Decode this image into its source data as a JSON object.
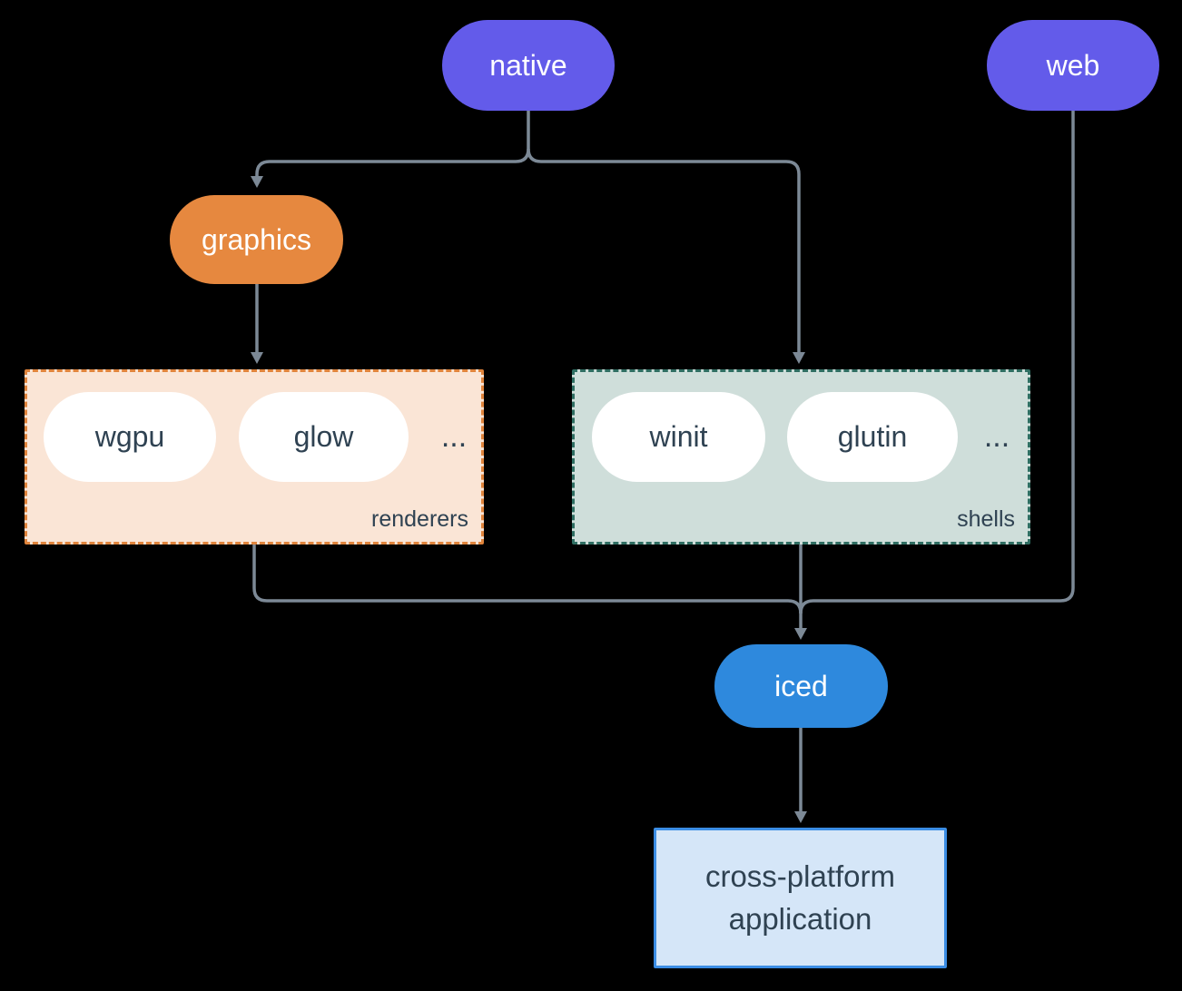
{
  "nodes": {
    "native": {
      "label": "native",
      "color": "#635bea"
    },
    "web": {
      "label": "web",
      "color": "#635bea"
    },
    "graphics": {
      "label": "graphics",
      "color": "#e6883f"
    },
    "iced": {
      "label": "iced",
      "color": "#2e89dd"
    },
    "application": {
      "label": "cross-platform application",
      "bg": "#d5e6f8",
      "border": "#3b8de4"
    }
  },
  "groups": {
    "renderers": {
      "label": "renderers",
      "items": [
        "wgpu",
        "glow"
      ],
      "ellipsis": "...",
      "bg": "#fae5d6",
      "border": "#e0843c"
    },
    "shells": {
      "label": "shells",
      "items": [
        "winit",
        "glutin"
      ],
      "ellipsis": "...",
      "bg": "#cfdeda",
      "border": "#2f6e62"
    }
  },
  "colors": {
    "background": "#000000",
    "connector": "#7c8996",
    "pill_text_light": "#ffffff",
    "text_dark": "#2f4252",
    "inner_pill_bg": "#ffffff"
  }
}
